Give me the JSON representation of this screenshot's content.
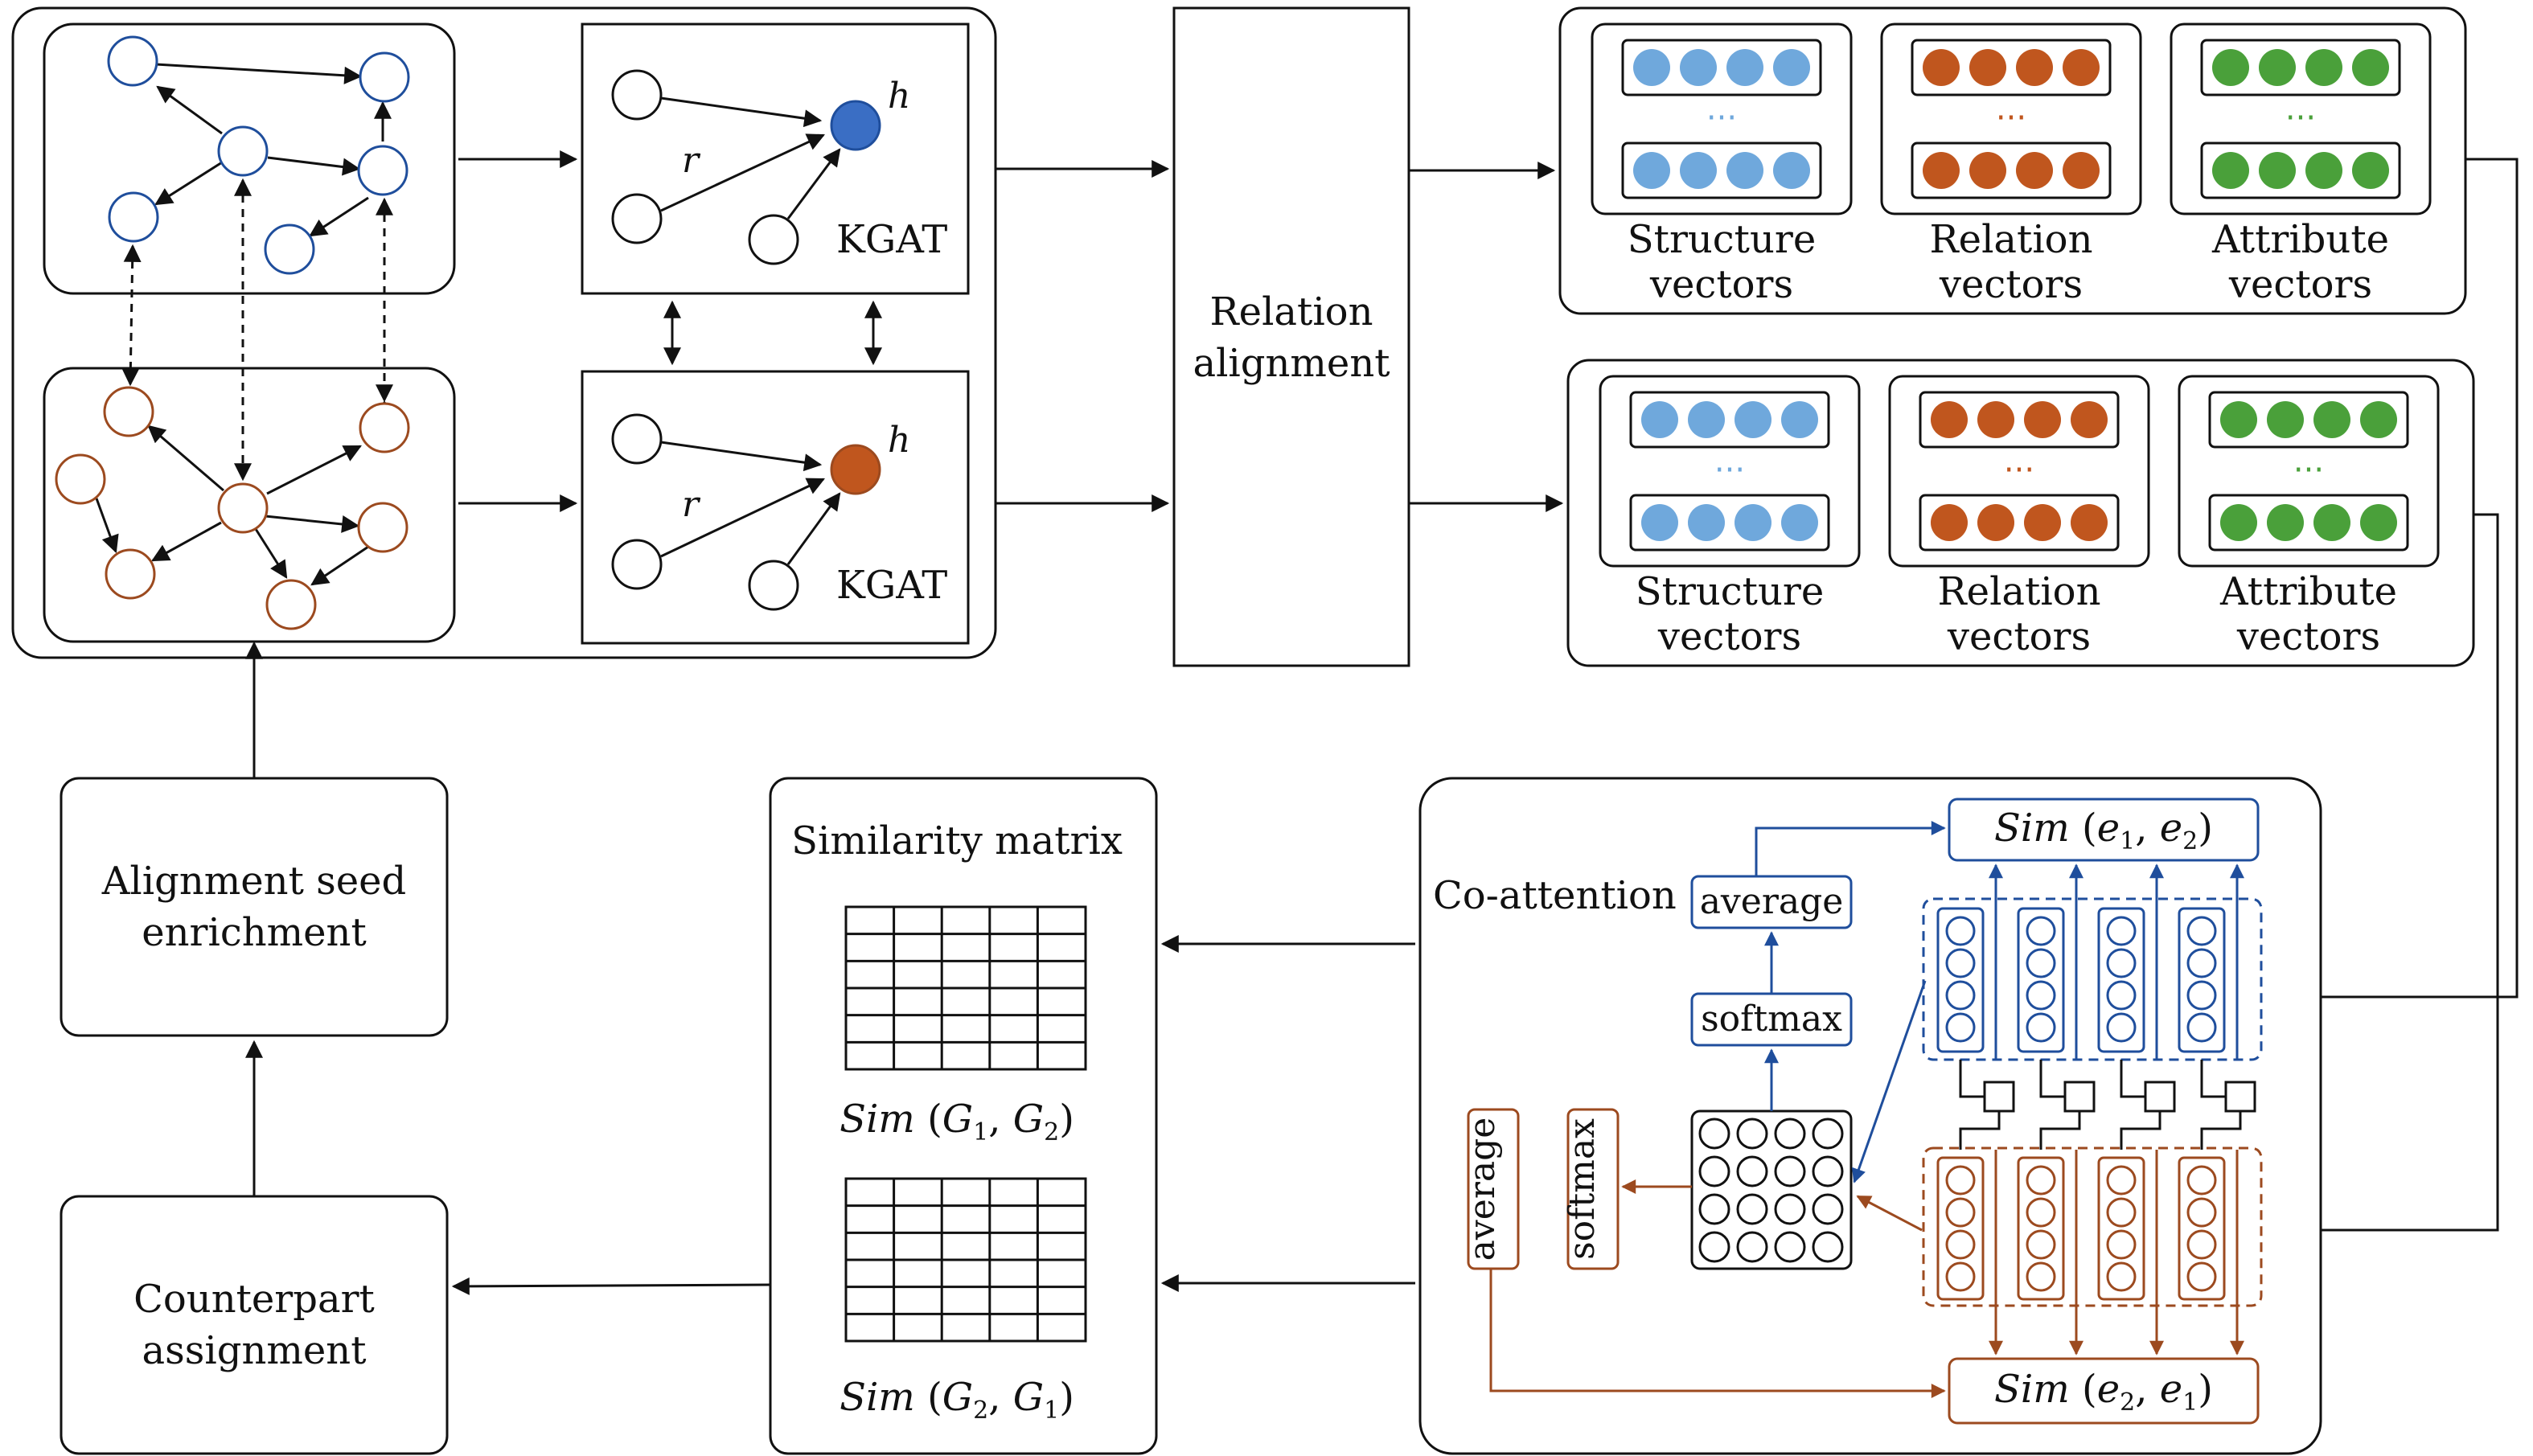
{
  "colors": {
    "blue": "#1f4e9c",
    "blue_fill": "#3a6ec4",
    "light_blue": "#6fa8dc",
    "brown": "#9c4a1f",
    "orange": "#c0561e",
    "green": "#4aa03a",
    "black": "#111111"
  },
  "kgat": {
    "top_label": "KGAT",
    "bottom_label": "KGAT",
    "head_symbol": "h",
    "relation_symbol": "r"
  },
  "relation_alignment": {
    "line1": "Relation",
    "line2": "alignment"
  },
  "vector_panels": [
    {
      "groups": [
        {
          "line1": "Structure",
          "line2": "vectors",
          "ellipsis": "···"
        },
        {
          "line1": "Relation",
          "line2": "vectors",
          "ellipsis": "···"
        },
        {
          "line1": "Attribute",
          "line2": "vectors",
          "ellipsis": "···"
        }
      ]
    },
    {
      "groups": [
        {
          "line1": "Structure",
          "line2": "vectors",
          "ellipsis": "···"
        },
        {
          "line1": "Relation",
          "line2": "vectors",
          "ellipsis": "···"
        },
        {
          "line1": "Attribute",
          "line2": "vectors",
          "ellipsis": "···"
        }
      ]
    }
  ],
  "seed_enrichment": {
    "line1": "Alignment seed",
    "line2": "enrichment"
  },
  "counterpart": {
    "line1": "Counterpart",
    "line2": "assignment"
  },
  "similarity": {
    "title": "Similarity matrix",
    "sim_word": "Sim",
    "matrix1": {
      "a": "G",
      "a_sub": "1",
      "b": "G",
      "b_sub": "2"
    },
    "matrix2": {
      "a": "G",
      "a_sub": "2",
      "b": "G",
      "b_sub": "1"
    }
  },
  "coattention": {
    "title": "Co-attention",
    "average": "average",
    "softmax": "softmax",
    "sim_word": "Sim",
    "sim_top": {
      "a": "e",
      "a_sub": "1",
      "b": "e",
      "b_sub": "2"
    },
    "sim_bottom": {
      "a": "e",
      "a_sub": "2",
      "b": "e",
      "b_sub": "1"
    }
  }
}
